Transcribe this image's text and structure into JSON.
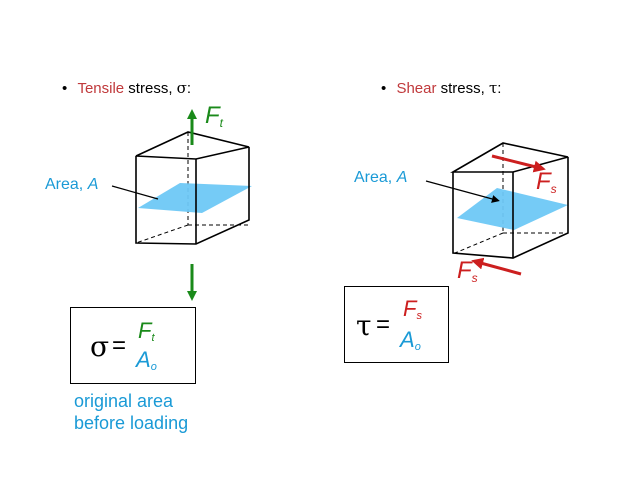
{
  "tensile": {
    "bullet": "•",
    "keyword": "Tensile",
    "rest": " stress, ",
    "symbol": "σ",
    "colon": ":",
    "area_label_prefix": "Area, ",
    "area_label_var": "A",
    "force_var": "F",
    "force_sub": "t",
    "equation": {
      "lhs": "σ",
      "equals": "=",
      "numerator_var": "F",
      "numerator_sub": "t",
      "denominator_var": "A",
      "denominator_sub": "o"
    },
    "note_line1": "original area",
    "note_line2": "before loading"
  },
  "shear": {
    "bullet": "•",
    "keyword": "Shear",
    "rest": " stress, ",
    "symbol": "τ",
    "colon": ":",
    "area_label_prefix": "Area, ",
    "area_label_var": "A",
    "force_var": "F",
    "force_sub": "s",
    "equation": {
      "lhs": "τ",
      "equals": "=",
      "numerator_var": "F",
      "numerator_sub": "s",
      "denominator_var": "A",
      "denominator_sub": "o"
    }
  },
  "colors": {
    "red": "#c0393b",
    "blue": "#1a9ad6",
    "green": "#1a8a1a",
    "plane": "#6ec8f5",
    "force_red": "#cc1f1f"
  }
}
